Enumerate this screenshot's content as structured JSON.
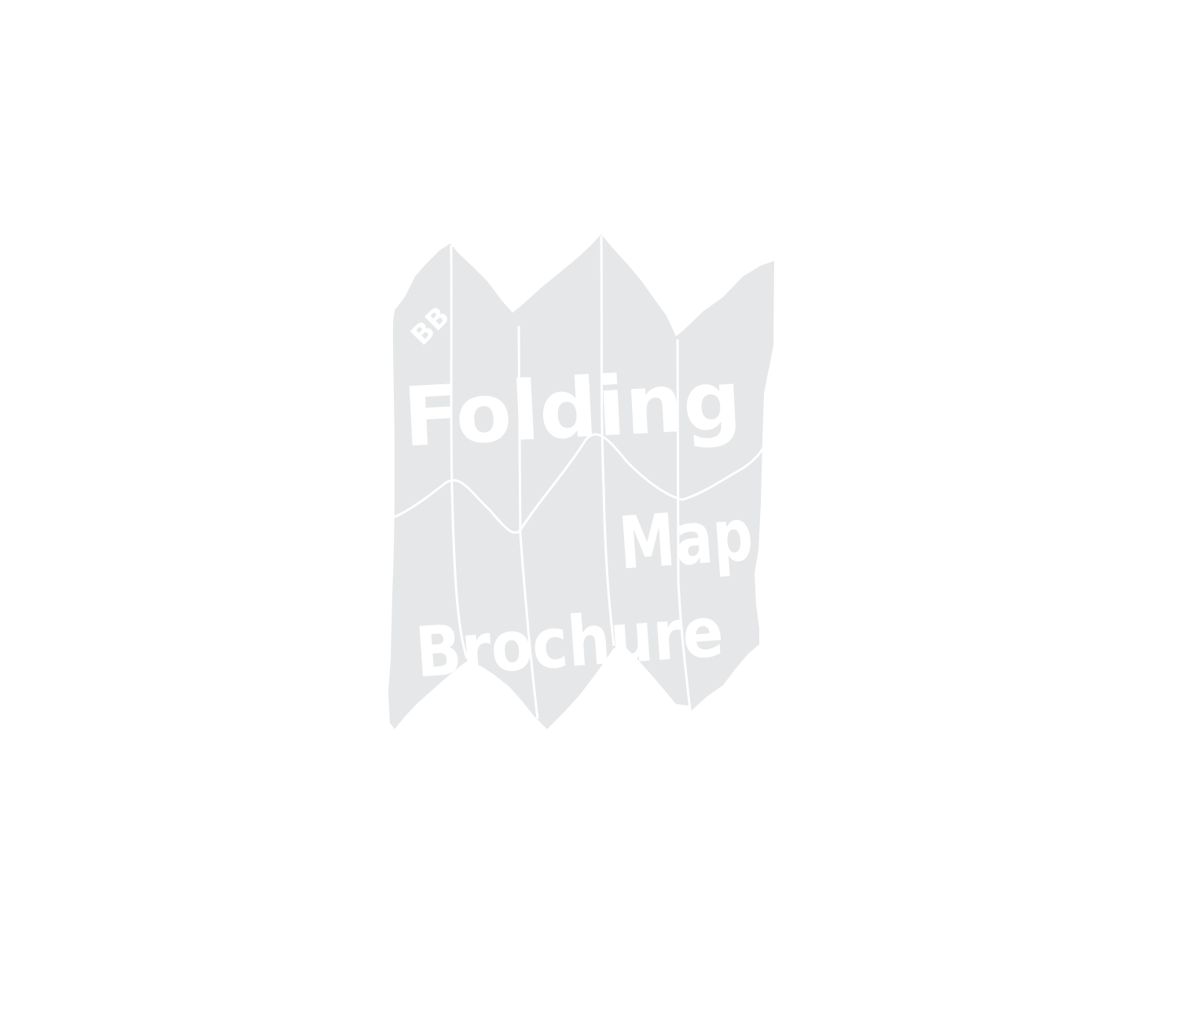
{
  "logo": {
    "monogram": "BB",
    "words": [
      "Folding",
      "Map",
      "Brochure"
    ],
    "colors": {
      "paper": "#e6e7e8",
      "lines": "#ffffff",
      "background": "#ffffff"
    }
  }
}
